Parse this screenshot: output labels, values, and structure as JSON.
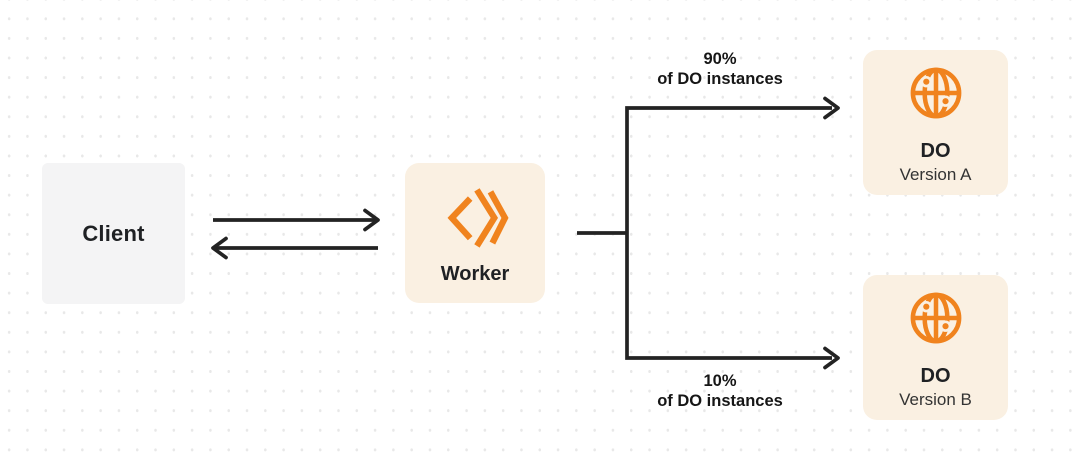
{
  "diagram": {
    "nodes": {
      "client": {
        "label": "Client"
      },
      "worker": {
        "label": "Worker"
      },
      "do_a": {
        "title": "DO",
        "subtitle": "Version A"
      },
      "do_b": {
        "title": "DO",
        "subtitle": "Version B"
      }
    },
    "edges": {
      "top": {
        "percent": "90%",
        "caption": "of DO instances"
      },
      "bottom": {
        "percent": "10%",
        "caption": "of DO instances"
      }
    },
    "icons": {
      "worker": "workers-chevrons-icon",
      "do_a": "globe-icon",
      "do_b": "globe-icon"
    }
  },
  "colors": {
    "background": "#ffffff",
    "dot_grid": "#e8e8e8",
    "line": "#232323",
    "accent_orange": "#F0831E",
    "node_cream": "#FAF0E2",
    "node_gray": "#F4F4F5",
    "text_dark": "#1F2124",
    "text_secondary": "#333333"
  }
}
